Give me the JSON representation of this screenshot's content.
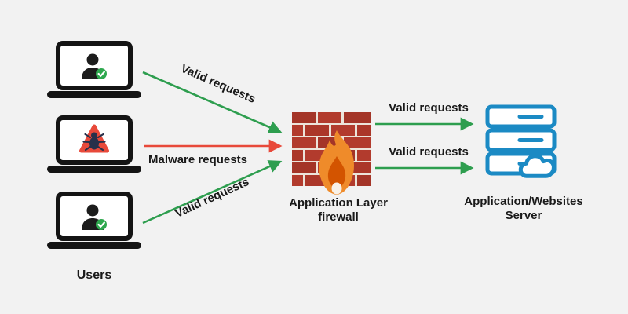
{
  "title": "Application layer firewall diagram",
  "canvas": {
    "background": "#f2f2f2"
  },
  "colors": {
    "valid_arrow_green": "#2e9e4f",
    "malware_arrow_red": "#e8493a",
    "brick_red": "#b23b2d",
    "flame_orange": "#ef8b2a",
    "server_blue": "#1b8ac4"
  },
  "icons": {
    "laptop": "laptop-icon",
    "user_ok": "user-check-icon",
    "malware": "bug-warning-icon",
    "firewall": "brick-wall-flame-icon",
    "server": "server-cloud-icon"
  },
  "users": {
    "label": "Users"
  },
  "firewall": {
    "label_line1": "Application Layer",
    "label_line2": "firewall"
  },
  "server": {
    "label_line1": "Application/Websites",
    "label_line2": "Server"
  },
  "arrows": {
    "top_valid_label": "Valid requests",
    "malware_label": "Malware requests",
    "bottom_valid_label": "Valid requests",
    "right_top_label": "Valid requests",
    "right_bottom_label": "Valid requests"
  }
}
